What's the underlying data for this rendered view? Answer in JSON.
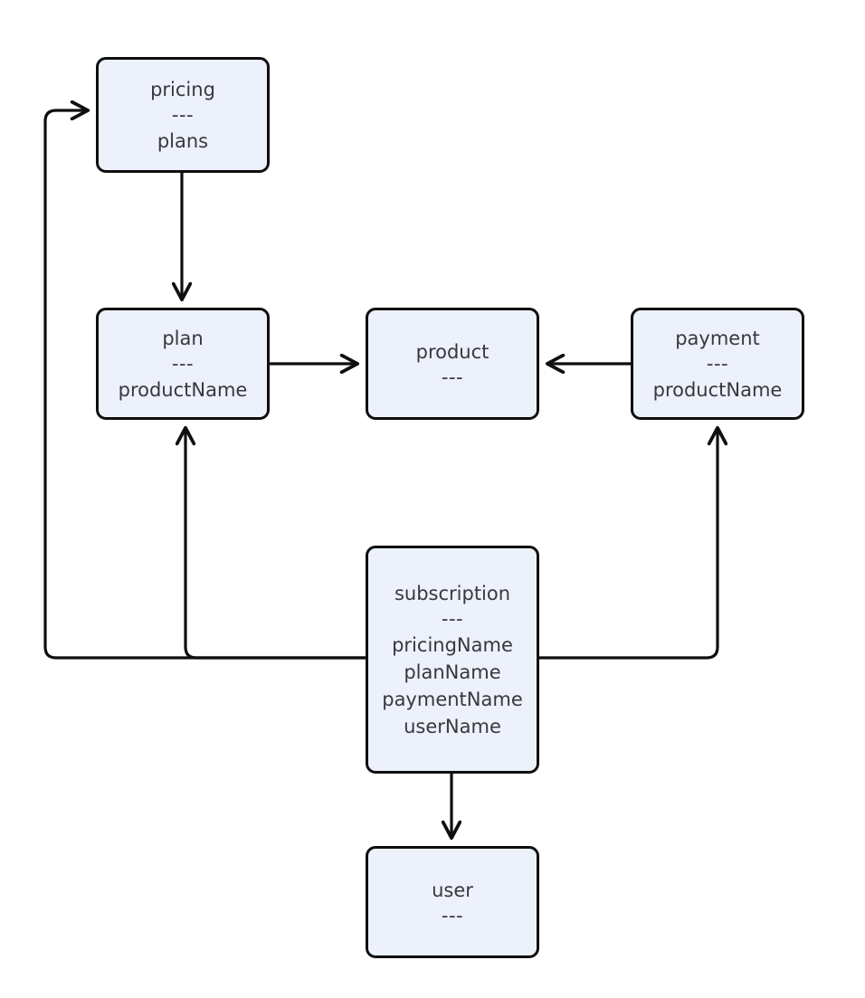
{
  "diagram": {
    "type": "entity-relationship-flowchart",
    "background_color": "#ffffff",
    "node_fill_color": "#ecf1fb",
    "node_border_color": "#0f0f0f",
    "text_color": "#36393d",
    "edge_color": "#0f0f0f",
    "separator": "---",
    "nodes": [
      {
        "id": "pricing",
        "title": "pricing",
        "separator": "---",
        "fields": [
          "plans"
        ]
      },
      {
        "id": "plan",
        "title": "plan",
        "separator": "---",
        "fields": [
          "productName"
        ]
      },
      {
        "id": "product",
        "title": "product",
        "separator": "---",
        "fields": []
      },
      {
        "id": "payment",
        "title": "payment",
        "separator": "---",
        "fields": [
          "productName"
        ]
      },
      {
        "id": "subscription",
        "title": "subscription",
        "separator": "---",
        "fields": [
          "pricingName",
          "planName",
          "paymentName",
          "userName"
        ]
      },
      {
        "id": "user",
        "title": "user",
        "separator": "---",
        "fields": []
      }
    ],
    "edges": [
      {
        "id": "pricing-to-plan",
        "from": "pricing",
        "to": "plan",
        "arrow": "open-v"
      },
      {
        "id": "plan-to-product",
        "from": "plan",
        "to": "product",
        "arrow": "open-v"
      },
      {
        "id": "payment-to-product",
        "from": "payment",
        "to": "product",
        "arrow": "open-v"
      },
      {
        "id": "subscription-to-pricing",
        "from": "subscription",
        "to": "pricing",
        "arrow": "open-v"
      },
      {
        "id": "subscription-to-plan",
        "from": "subscription",
        "to": "plan",
        "arrow": "open-v"
      },
      {
        "id": "subscription-to-payment",
        "from": "subscription",
        "to": "payment",
        "arrow": "open-v"
      },
      {
        "id": "subscription-to-user",
        "from": "subscription",
        "to": "user",
        "arrow": "open-v"
      }
    ]
  }
}
